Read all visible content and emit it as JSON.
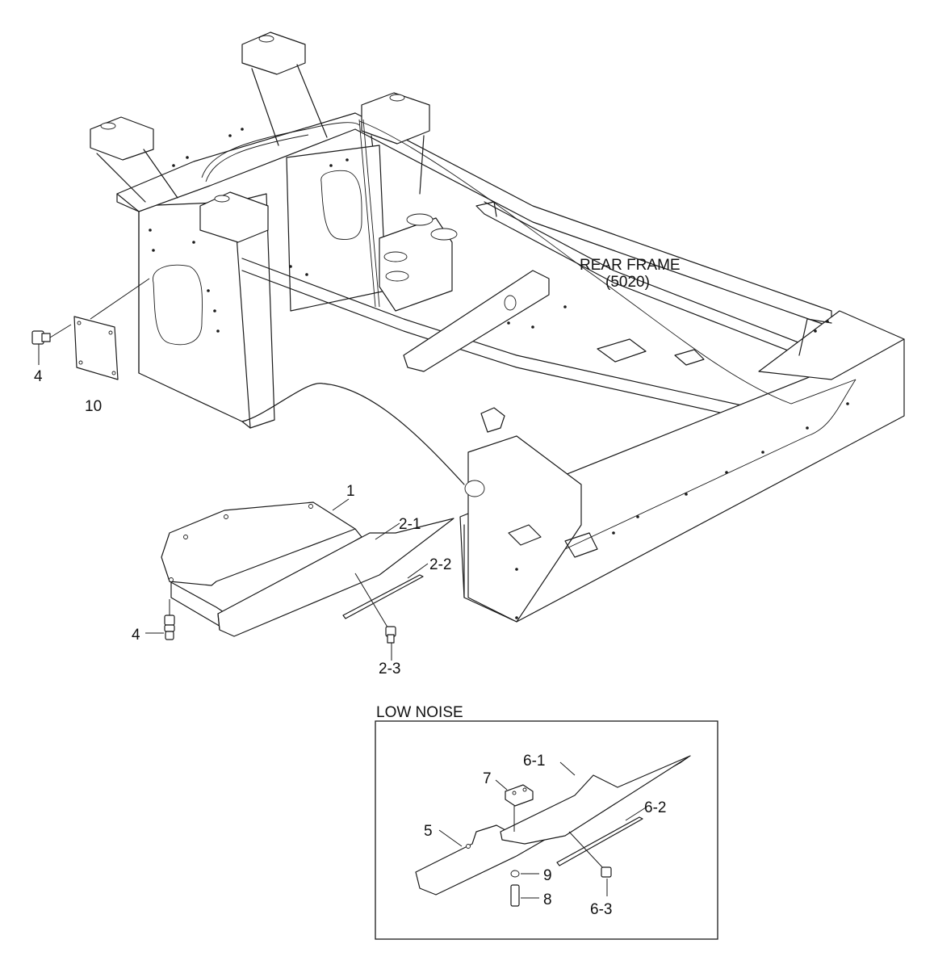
{
  "frame_label": {
    "line1": "REAR FRAME",
    "line2": "(5020)"
  },
  "inset": {
    "title": "LOW NOISE"
  },
  "callouts": {
    "c1": "1",
    "c2_1": "2-1",
    "c2_2": "2-2",
    "c2_3": "2-3",
    "c4_top": "4",
    "c4_bottom": "4",
    "c10": "10",
    "c5": "5",
    "c6_1": "6-1",
    "c6_2": "6-2",
    "c6_3": "6-3",
    "c7": "7",
    "c8": "8",
    "c9": "9"
  }
}
